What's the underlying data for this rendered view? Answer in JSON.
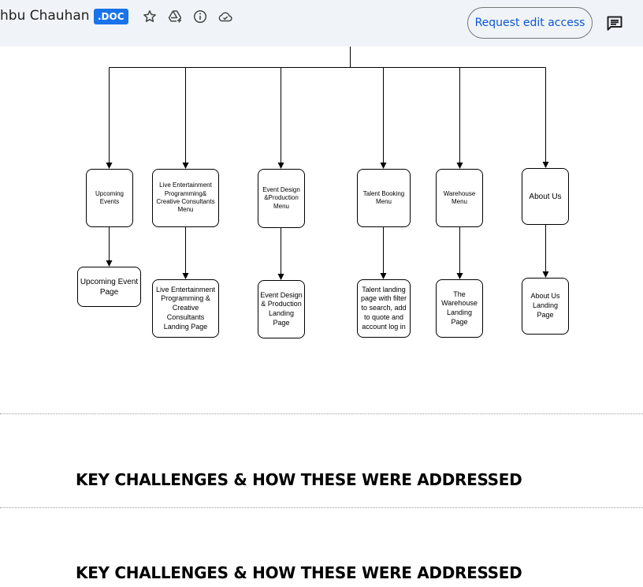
{
  "header": {
    "doc_title": "hbu Chauhan",
    "file_badge": ".DOC",
    "request_button_label": "Request edit access",
    "icons": [
      "star-icon",
      "add-to-drive-icon",
      "info-icon",
      "cloud-status-icon",
      "comments-icon"
    ]
  },
  "sitemap": {
    "menus": [
      "Upcoming Events",
      "Live Entertainment Programming& Creative Consultants Menu",
      "Event Design &Production Menu",
      "Talent Booking Menu",
      "Warehouse Menu",
      "About Us"
    ],
    "pages": [
      "Upcoming Event Page",
      "Live Entertainment Programming & Creative Consultants Landing Page",
      "Event Design & Production Landing Page",
      "Talent landing page with filter to search, add to quote and account log in",
      "The Warehouse Landing Page",
      "About Us Landing Page"
    ]
  },
  "sections": [
    {
      "heading": "KEY CHALLENGES & HOW THESE WERE ADDRESSED"
    },
    {
      "heading": "KEY CHALLENGES & HOW THESE WERE ADDRESSED"
    }
  ],
  "colors": {
    "topbar_bg": "#f0f4f9",
    "badge_bg": "#1a73e8",
    "button_text": "#0b57d0"
  }
}
